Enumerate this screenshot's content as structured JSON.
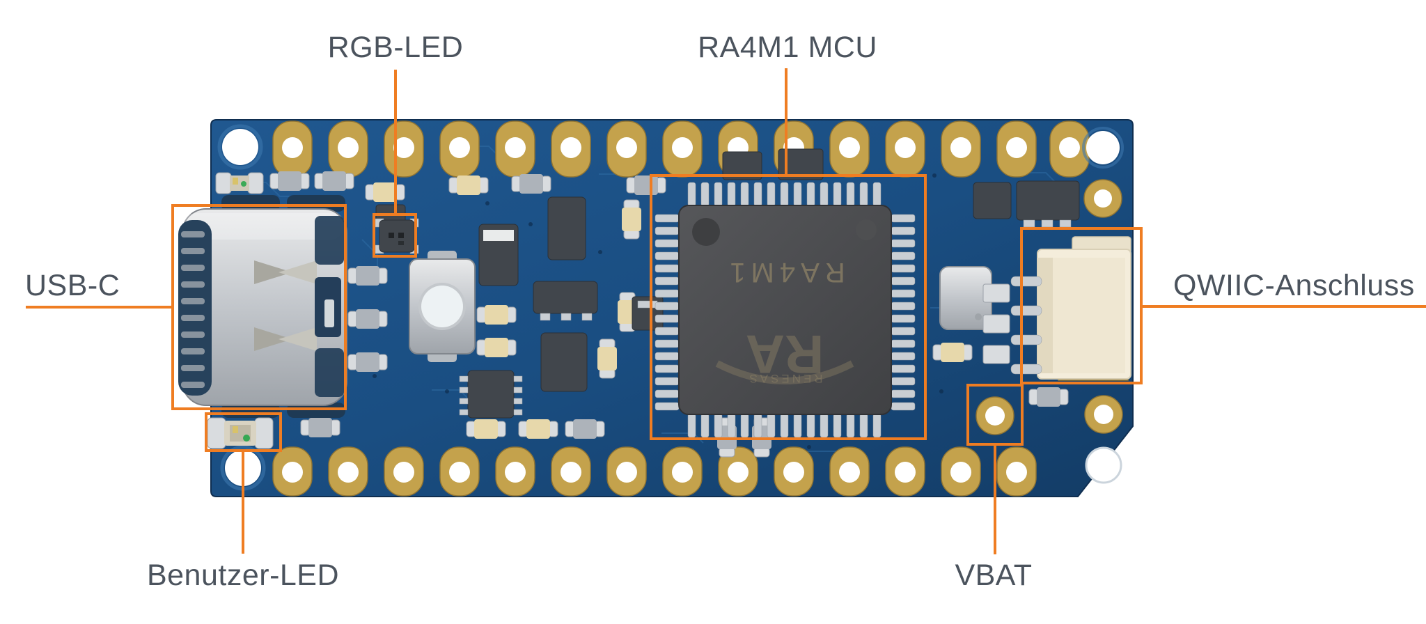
{
  "page": {
    "background": "#ffffff"
  },
  "annotations": {
    "accent_color": "#EF7D22",
    "label_color": "#4B535D",
    "labels": [
      {
        "id": "rgb-led",
        "text": "RGB-LED"
      },
      {
        "id": "ra4m1-mcu",
        "text": "RA4M1 MCU"
      },
      {
        "id": "usb-c",
        "text": "USB-C"
      },
      {
        "id": "qwiic",
        "text": "QWIIC-Anschluss"
      },
      {
        "id": "benutzer-led",
        "text": "Benutzer-LED"
      },
      {
        "id": "vbat",
        "text": "VBAT"
      }
    ]
  },
  "board": {
    "mcu_marking": "RA4M1",
    "mcu_logo": "RA",
    "mcu_brand": "RENESAS",
    "colors": {
      "pcb_blue": "#1A4E82",
      "pad_gold": "#C4A24C",
      "connector_silver": "#C9CDD2",
      "qwiic_cream": "#F4EDDB"
    }
  }
}
